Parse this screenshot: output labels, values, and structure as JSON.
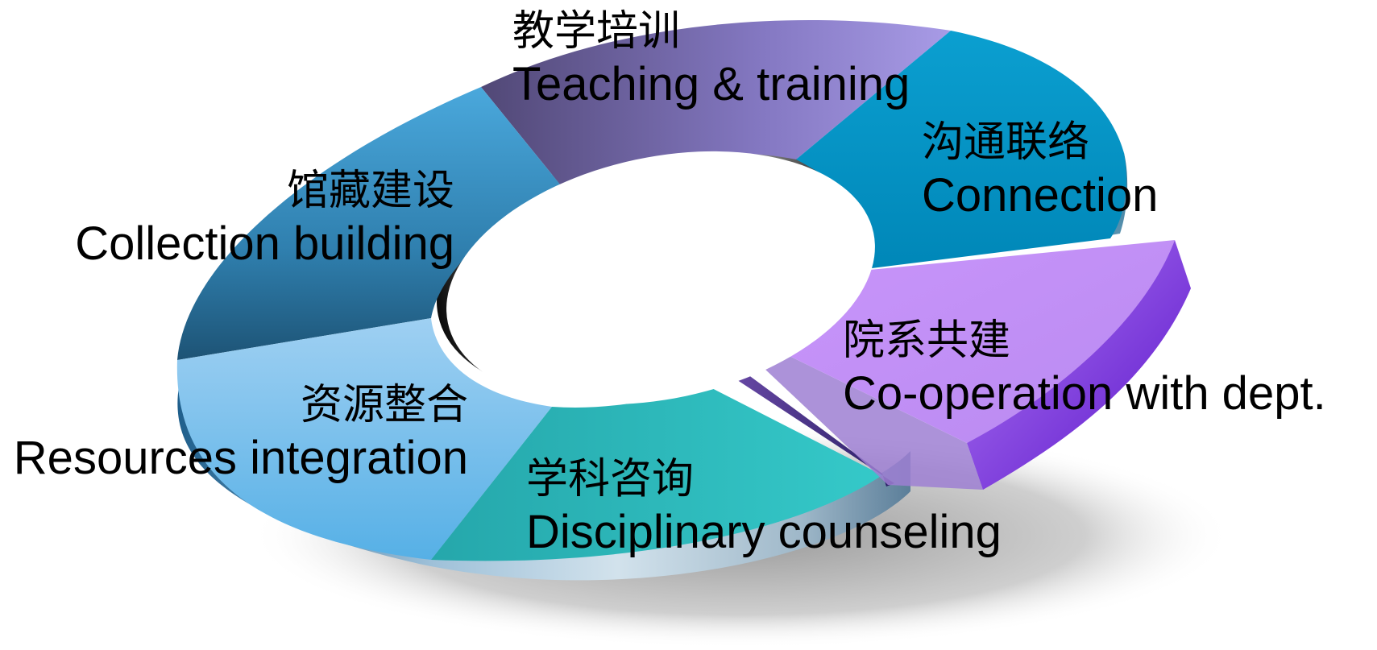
{
  "segments": [
    {
      "zh": "教学培训",
      "en": "Teaching & training",
      "color": "#8a7fc9"
    },
    {
      "zh": "沟通联络",
      "en": "Connection",
      "color": "#0097c8"
    },
    {
      "zh": "院系共建",
      "en": "Co-operation with dept.",
      "color": "#c594f6"
    },
    {
      "zh": "学科咨询",
      "en": "Disciplinary counseling",
      "color": "#2eb5b6"
    },
    {
      "zh": "资源整合",
      "en": "Resources integration",
      "color": "#7cc0ec"
    },
    {
      "zh": "馆藏建设",
      "en": "Collection building",
      "color": "#3a8fc2"
    }
  ]
}
